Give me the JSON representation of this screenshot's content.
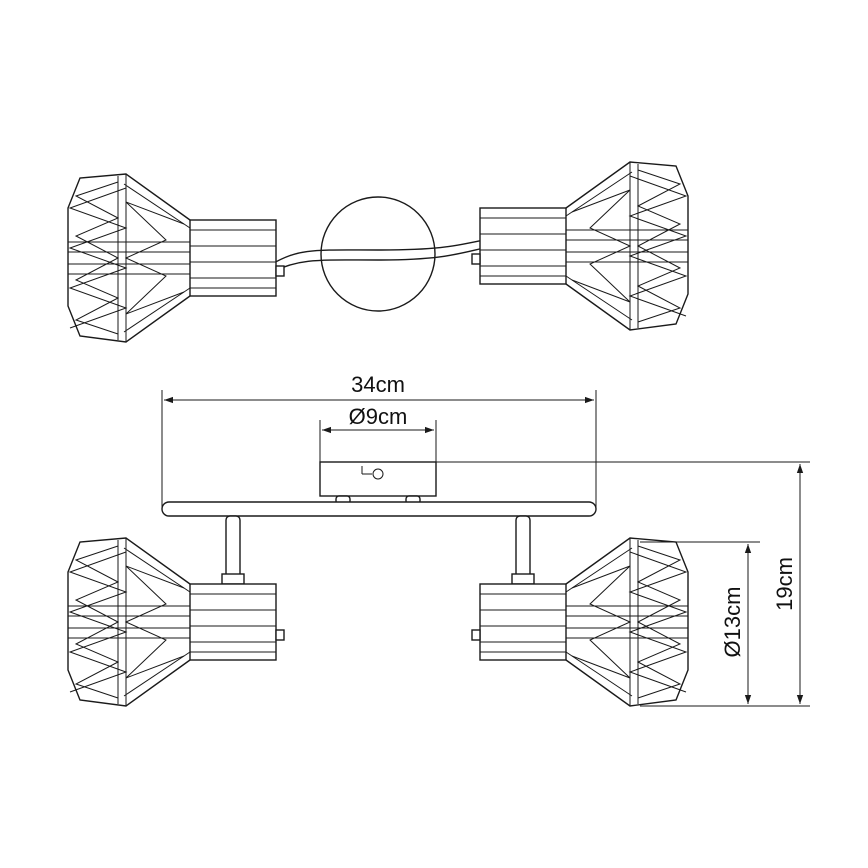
{
  "dimensions": {
    "width_label": "34cm",
    "base_diameter_label": "Ø9cm",
    "shade_diameter_label": "Ø13cm",
    "height_label": "19cm"
  },
  "colors": {
    "line": "#1a1a1a",
    "background": "#ffffff"
  }
}
